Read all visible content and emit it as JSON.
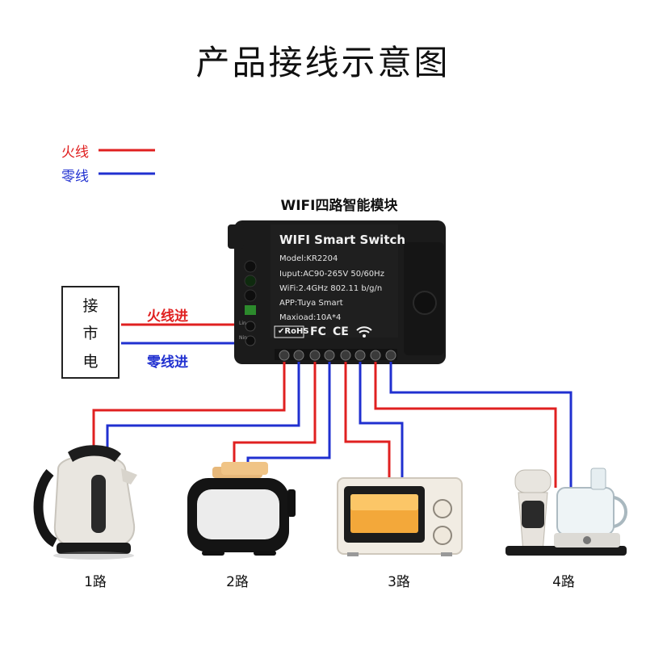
{
  "title": "产品接线示意图",
  "legend": {
    "live": {
      "label": "火线",
      "color": "#e02020"
    },
    "neutral": {
      "label": "零线",
      "color": "#2030d0"
    }
  },
  "module": {
    "caption": "WIFI四路智能模块",
    "name": "WIFI Smart Switch",
    "model": "Model:KR2204",
    "input": "Iuput:AC90-265V 50/60Hz",
    "wifi": "WiFi:2.4GHz 802.11 b/g/n",
    "app": "APP:Tuya Smart",
    "maxload": "Maxioad:10A*4",
    "rohs": "RoHS",
    "fc": "FC",
    "ce": "CE",
    "terminal_labels": [
      "Lin",
      "Nin"
    ]
  },
  "mains": {
    "chars": [
      "接",
      "市",
      "电"
    ]
  },
  "wires": {
    "live_in": "火线进",
    "neutral_in": "零线进"
  },
  "routes": [
    "1路",
    "2路",
    "3路",
    "4路"
  ],
  "appliances": [
    "kettle-icon",
    "toaster-icon",
    "microwave-icon",
    "food-processor-icon"
  ]
}
